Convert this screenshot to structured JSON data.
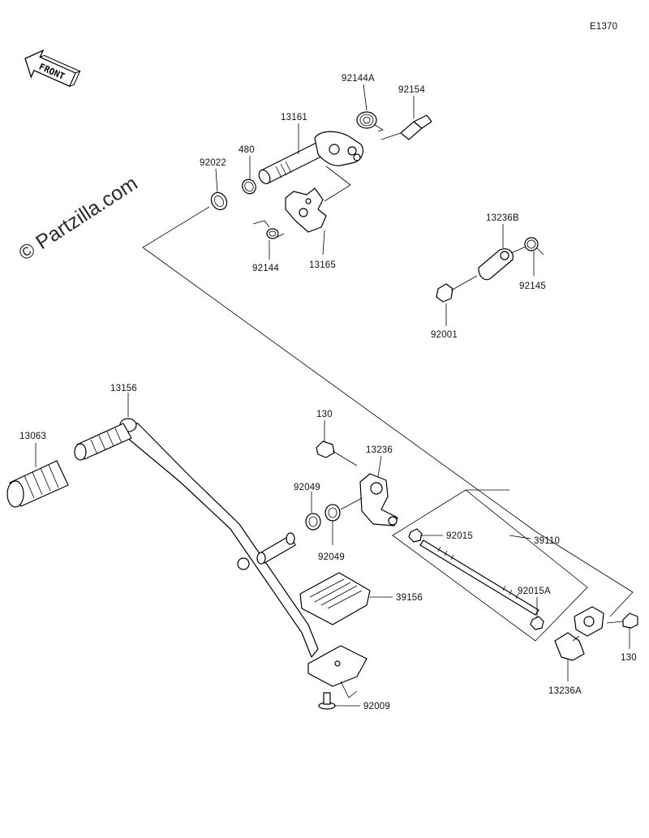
{
  "diagram": {
    "code": "E1370",
    "watermark": "© Partzilla.com",
    "front_label": "FRONT"
  },
  "callouts": [
    {
      "id": "92144A",
      "text": "92144A"
    },
    {
      "id": "92154",
      "text": "92154"
    },
    {
      "id": "13161",
      "text": "13161"
    },
    {
      "id": "480",
      "text": "480"
    },
    {
      "id": "92022",
      "text": "92022"
    },
    {
      "id": "92144",
      "text": "92144"
    },
    {
      "id": "13165",
      "text": "13165"
    },
    {
      "id": "13236B",
      "text": "13236B"
    },
    {
      "id": "92145",
      "text": "92145"
    },
    {
      "id": "92001",
      "text": "92001"
    },
    {
      "id": "13156",
      "text": "13156"
    },
    {
      "id": "13063",
      "text": "13063"
    },
    {
      "id": "130-top",
      "text": "130"
    },
    {
      "id": "13236",
      "text": "13236"
    },
    {
      "id": "92049-upper",
      "text": "92049"
    },
    {
      "id": "92049-lower",
      "text": "92049"
    },
    {
      "id": "92015",
      "text": "92015"
    },
    {
      "id": "39110",
      "text": "39110"
    },
    {
      "id": "39156",
      "text": "39156"
    },
    {
      "id": "92015A",
      "text": "92015A"
    },
    {
      "id": "130-right",
      "text": "130"
    },
    {
      "id": "13236A",
      "text": "13236A"
    },
    {
      "id": "92009",
      "text": "92009"
    }
  ]
}
